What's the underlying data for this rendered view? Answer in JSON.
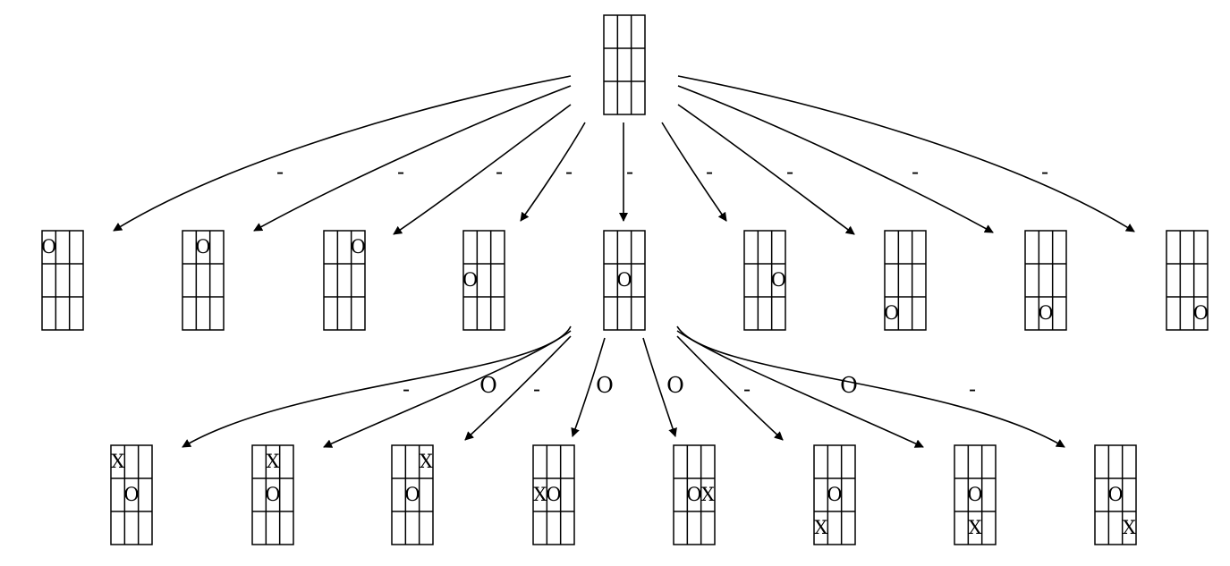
{
  "diagram": {
    "root": {
      "id": "root",
      "board": [
        "",
        "",
        "",
        "",
        "",
        "",
        "",
        "",
        ""
      ]
    },
    "level1": [
      {
        "id": "l1-0",
        "edge_label": "-",
        "board": [
          "O",
          "",
          "",
          "",
          "",
          "",
          "",
          "",
          ""
        ]
      },
      {
        "id": "l1-1",
        "edge_label": "-",
        "board": [
          "",
          "O",
          "",
          "",
          "",
          "",
          "",
          "",
          ""
        ]
      },
      {
        "id": "l1-2",
        "edge_label": "-",
        "board": [
          "",
          "",
          "O",
          "",
          "",
          "",
          "",
          "",
          ""
        ]
      },
      {
        "id": "l1-3",
        "edge_label": "-",
        "board": [
          "",
          "",
          "",
          "O",
          "",
          "",
          "",
          "",
          ""
        ]
      },
      {
        "id": "l1-4",
        "edge_label": "-",
        "board": [
          "",
          "",
          "",
          "",
          "O",
          "",
          "",
          "",
          ""
        ]
      },
      {
        "id": "l1-5",
        "edge_label": "-",
        "board": [
          "",
          "",
          "",
          "",
          "",
          "O",
          "",
          "",
          ""
        ]
      },
      {
        "id": "l1-6",
        "edge_label": "-",
        "board": [
          "",
          "",
          "",
          "",
          "",
          "",
          "O",
          "",
          ""
        ]
      },
      {
        "id": "l1-7",
        "edge_label": "-",
        "board": [
          "",
          "",
          "",
          "",
          "",
          "",
          "",
          "O",
          ""
        ]
      },
      {
        "id": "l1-8",
        "edge_label": "-",
        "board": [
          "",
          "",
          "",
          "",
          "",
          "",
          "",
          "",
          "O"
        ]
      }
    ],
    "level2_parent": "l1-4",
    "level2": [
      {
        "id": "l2-0",
        "edge_label": "-",
        "board": [
          "X",
          "",
          "",
          "",
          "O",
          "",
          "",
          "",
          ""
        ]
      },
      {
        "id": "l2-1",
        "edge_label": "O",
        "board": [
          "",
          "X",
          "",
          "",
          "O",
          "",
          "",
          "",
          ""
        ]
      },
      {
        "id": "l2-2",
        "edge_label": "-",
        "board": [
          "",
          "",
          "X",
          "",
          "O",
          "",
          "",
          "",
          ""
        ]
      },
      {
        "id": "l2-3",
        "edge_label": "O",
        "board": [
          "",
          "",
          "",
          "X",
          "O",
          "",
          "",
          "",
          ""
        ]
      },
      {
        "id": "l2-4",
        "edge_label": "O",
        "board": [
          "",
          "",
          "",
          "",
          "O",
          "X",
          "",
          "",
          ""
        ]
      },
      {
        "id": "l2-5",
        "edge_label": "-",
        "board": [
          "",
          "",
          "",
          "",
          "O",
          "",
          "X",
          "",
          ""
        ]
      },
      {
        "id": "l2-6",
        "edge_label": "O",
        "board": [
          "",
          "",
          "",
          "",
          "O",
          "",
          "",
          "X",
          ""
        ]
      },
      {
        "id": "l2-7",
        "edge_label": "-",
        "board": [
          "",
          "",
          "",
          "",
          "O",
          "",
          "",
          "",
          "X"
        ]
      }
    ]
  }
}
